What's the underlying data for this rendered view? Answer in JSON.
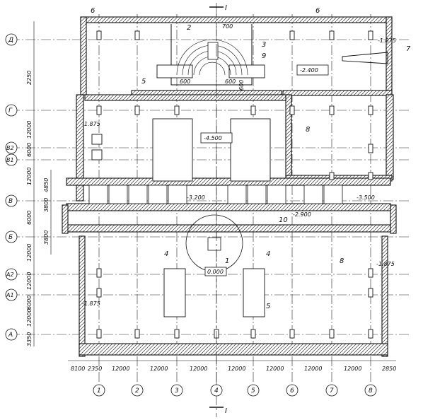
{
  "section_marker": "I",
  "axes_rows": [
    "Д",
    "Г",
    "В2",
    "В1",
    "В",
    "Б",
    "А2",
    "А1",
    "А"
  ],
  "axes_cols": [
    "1",
    "2",
    "3",
    "4",
    "5",
    "6",
    "7",
    "8"
  ],
  "left_dims": [
    "2250",
    "12000",
    "6000",
    "12000",
    "6000",
    "12000",
    "12000",
    "6000",
    "12000",
    "3350"
  ],
  "left_dims_small": [
    "4850",
    "3800",
    "3800"
  ],
  "bottom_dims": [
    "8100",
    "2350",
    "12000",
    "12000",
    "12000",
    "12000",
    "12000",
    "12000",
    "12000",
    "2850"
  ],
  "elevations": [
    "-2.400",
    "-4.500",
    "-3.200",
    "-3.500",
    "-2.900",
    "0.000"
  ],
  "edge_marks": [
    "-1.875",
    "-1.875",
    "-1.875",
    "-1.875"
  ],
  "callouts": [
    "6",
    "6",
    "2",
    "3",
    "9",
    "5",
    "7",
    "8",
    "10",
    "4",
    "4",
    "1",
    "8",
    "5"
  ],
  "pit_dims": [
    "700",
    "600",
    "600",
    "600"
  ]
}
